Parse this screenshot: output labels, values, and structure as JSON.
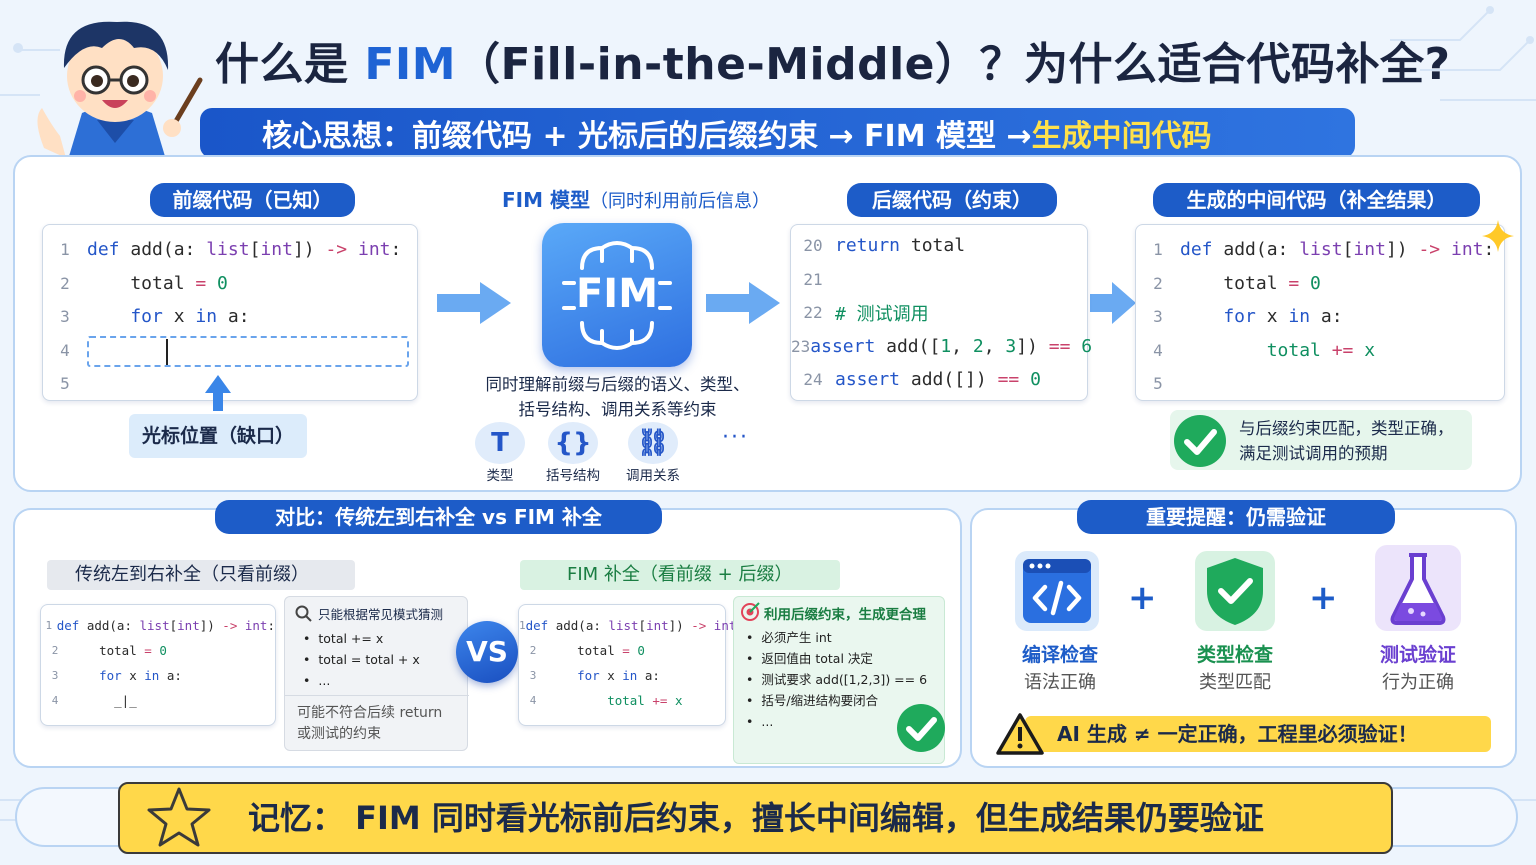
{
  "title": {
    "part1": "什么是 ",
    "fim": "FIM",
    "part2": "（Fill-in-the-Middle）？为什么适合代码补全?"
  },
  "banner": {
    "main": "核心思想：前缀代码 + 光标后的后缀约束 → FIM 模型 → ",
    "highlight": "生成中间代码"
  },
  "prefix": {
    "label": "前缀代码（已知）",
    "lines": [
      {
        "n": "1",
        "tokens": [
          [
            "kw",
            "def "
          ],
          [
            "",
            "add(a: "
          ],
          [
            "ty",
            "list"
          ],
          [
            "",
            "["
          ],
          [
            "ty",
            "int"
          ],
          [
            "",
            "]) "
          ],
          [
            "op",
            "->"
          ],
          [
            "ty",
            " int"
          ],
          [
            "",
            ":"
          ]
        ]
      },
      {
        "n": "2",
        "tokens": [
          [
            "",
            "    total "
          ],
          [
            "op",
            "="
          ],
          [
            "nu",
            " 0"
          ]
        ]
      },
      {
        "n": "3",
        "tokens": [
          [
            "kw",
            "    for"
          ],
          [
            "",
            " x "
          ],
          [
            "kw",
            "in"
          ],
          [
            "",
            " a:"
          ]
        ]
      },
      {
        "n": "4",
        "tokens": []
      },
      {
        "n": "5",
        "tokens": []
      }
    ],
    "cursor_label": "光标位置（缺口）"
  },
  "model": {
    "label": "FIM 模型",
    "label_sub": "（同时利用前后信息）",
    "chip_text": "FIM",
    "desc_line1": "同时理解前缀与后缀的语义、类型、",
    "desc_line2": "括号结构、调用关系等约束",
    "features": [
      {
        "glyph": "T",
        "label": "类型"
      },
      {
        "glyph": "{}",
        "label": "括号结构"
      },
      {
        "glyph": "⛓",
        "label": "调用关系"
      }
    ],
    "more": "···"
  },
  "suffix": {
    "label": "后缀代码（约束）",
    "lines": [
      {
        "n": "20",
        "tokens": [
          [
            "kw",
            "return "
          ],
          [
            "",
            "total"
          ]
        ]
      },
      {
        "n": "21",
        "tokens": []
      },
      {
        "n": "22",
        "tokens": [
          [
            "cm",
            "# 测试调用"
          ]
        ]
      },
      {
        "n": "23",
        "tokens": [
          [
            "kw",
            "assert "
          ],
          [
            "",
            "add(["
          ],
          [
            "nu",
            "1"
          ],
          [
            "",
            ", "
          ],
          [
            "nu",
            "2"
          ],
          [
            "",
            ", "
          ],
          [
            "nu",
            "3"
          ],
          [
            "",
            "]) "
          ],
          [
            "op",
            "=="
          ],
          [
            "nu",
            " 6"
          ]
        ]
      },
      {
        "n": "24",
        "tokens": [
          [
            "kw",
            "assert "
          ],
          [
            "",
            "add([]) "
          ],
          [
            "op",
            "=="
          ],
          [
            "nu",
            " 0"
          ]
        ]
      }
    ]
  },
  "result": {
    "label": "生成的中间代码（补全结果）",
    "lines": [
      {
        "n": "1",
        "tokens": [
          [
            "kw",
            "def "
          ],
          [
            "",
            "add(a: "
          ],
          [
            "ty",
            "list"
          ],
          [
            "",
            "["
          ],
          [
            "ty",
            "int"
          ],
          [
            "",
            "]) "
          ],
          [
            "op",
            "->"
          ],
          [
            "ty",
            " int"
          ],
          [
            "",
            ":"
          ]
        ]
      },
      {
        "n": "2",
        "tokens": [
          [
            "",
            "    total "
          ],
          [
            "op",
            "="
          ],
          [
            "nu",
            " 0"
          ]
        ]
      },
      {
        "n": "3",
        "tokens": [
          [
            "kw",
            "    for"
          ],
          [
            "",
            " x "
          ],
          [
            "kw",
            "in"
          ],
          [
            "",
            " a:"
          ]
        ]
      },
      {
        "n": "4",
        "tokens": [
          [
            "nu",
            "        total "
          ],
          [
            "op",
            "+="
          ],
          [
            "nu",
            " x"
          ]
        ]
      },
      {
        "n": "5",
        "tokens": []
      }
    ],
    "check_line1": "与后缀约束匹配，类型正确，",
    "check_line2": "满足测试调用的预期"
  },
  "compare": {
    "label": "对比：传统左到右补全 vs FIM 补全",
    "left_label": "传统左到右补全（只看前缀）",
    "left_lines": [
      {
        "n": "1",
        "tokens": [
          [
            "kw",
            "def "
          ],
          [
            "",
            "add(a: "
          ],
          [
            "ty",
            "list"
          ],
          [
            "",
            "["
          ],
          [
            "ty",
            "int"
          ],
          [
            "",
            "]) "
          ],
          [
            "op",
            "->"
          ],
          [
            "ty",
            " int"
          ],
          [
            "",
            ":"
          ]
        ]
      },
      {
        "n": "2",
        "tokens": [
          [
            "",
            "    total "
          ],
          [
            "op",
            "="
          ],
          [
            "nu",
            " 0"
          ]
        ]
      },
      {
        "n": "3",
        "tokens": [
          [
            "kw",
            "    for"
          ],
          [
            "",
            " x "
          ],
          [
            "kw",
            "in"
          ],
          [
            "",
            " a:"
          ]
        ]
      },
      {
        "n": "4",
        "tokens": [
          [
            "",
            "      "
          ],
          [
            "",
            "_|_"
          ]
        ]
      }
    ],
    "guess_title": "只能根据常见模式猜测",
    "guess_items": [
      "total += x",
      "total = total + x",
      "..."
    ],
    "guess_note_line1": "可能不符合后续 return",
    "guess_note_line2": "或测试的约束",
    "vs": "VS",
    "right_label": "FIM 补全（看前缀 + 后缀）",
    "right_lines": [
      {
        "n": "1",
        "tokens": [
          [
            "kw",
            "def "
          ],
          [
            "",
            "add(a: "
          ],
          [
            "ty",
            "list"
          ],
          [
            "",
            "["
          ],
          [
            "ty",
            "int"
          ],
          [
            "",
            "]) "
          ],
          [
            "op",
            "->"
          ],
          [
            "ty",
            " int"
          ],
          [
            "",
            ":"
          ]
        ]
      },
      {
        "n": "2",
        "tokens": [
          [
            "",
            "    total "
          ],
          [
            "op",
            "="
          ],
          [
            "nu",
            " 0"
          ]
        ]
      },
      {
        "n": "3",
        "tokens": [
          [
            "kw",
            "    for"
          ],
          [
            "",
            " x "
          ],
          [
            "kw",
            "in"
          ],
          [
            "",
            " a:"
          ]
        ]
      },
      {
        "n": "4",
        "tokens": [
          [
            "nu",
            "        total "
          ],
          [
            "op",
            "+="
          ],
          [
            "nu",
            " x"
          ]
        ]
      }
    ],
    "fim_title": "利用后缀约束，生成更合理",
    "fim_items": [
      "必须产生 int",
      "返回值由 total 决定",
      "测试要求 add([1,2,3]) == 6",
      "括号/缩进结构要闭合",
      "..."
    ]
  },
  "verify": {
    "label": "重要提醒：仍需验证",
    "items": [
      {
        "title": "编译检查",
        "sub": "语法正确"
      },
      {
        "title": "类型检查",
        "sub": "类型匹配"
      },
      {
        "title": "测试验证",
        "sub": "行为正确"
      }
    ],
    "plus": "+",
    "warning": "AI 生成 ≠ 一定正确，工程里必须验证！"
  },
  "memory": {
    "prefix": "记忆：",
    "text": " FIM 同时看光标前后约束，擅长中间编辑，但生成结果仍要验证"
  },
  "colors": {
    "primary": "#1d5cc8",
    "green": "#1faa5c",
    "yellow": "#ffd84a"
  }
}
